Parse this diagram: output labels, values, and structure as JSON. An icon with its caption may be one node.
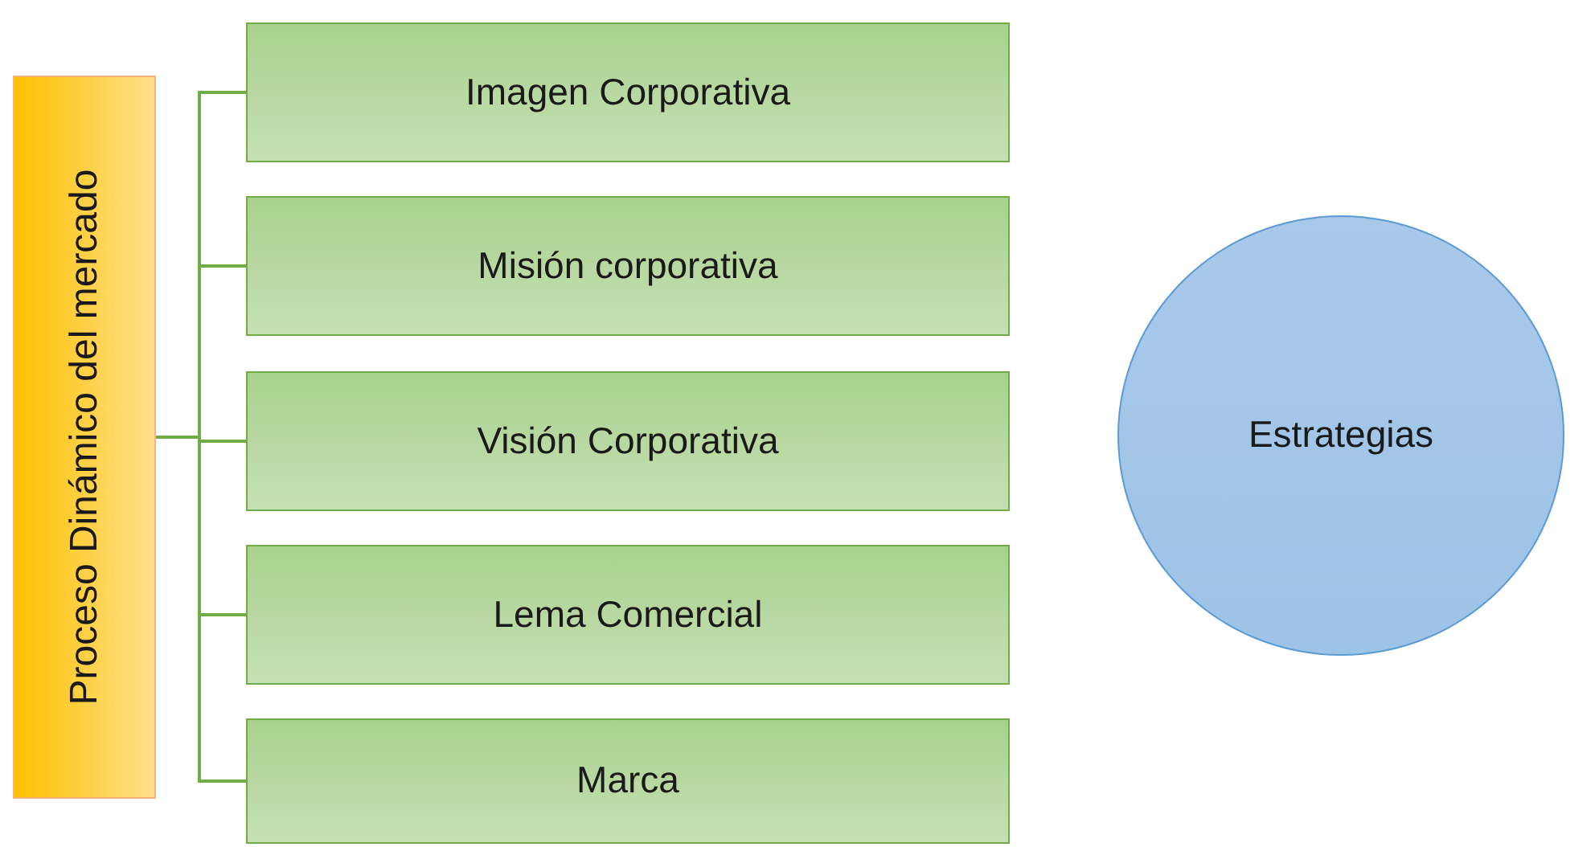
{
  "diagram": {
    "nodes": [
      {
        "text": [
          "Proceso Dinámico del mercado"
        ]
      },
      {
        "text": [
          "Imagen Corporativa"
        ]
      },
      {
        "text": [
          "Misión corporativa"
        ]
      },
      {
        "text": [
          "Visión Corporativa"
        ]
      },
      {
        "text": [
          "Lema Comercial"
        ]
      },
      {
        "text": [
          "Marca"
        ]
      },
      {
        "text": [
          "Estrategias"
        ]
      }
    ],
    "edges": [
      {
        "from": 0,
        "to": 1,
        "arrow": "none"
      },
      {
        "from": 0,
        "to": 2,
        "arrow": "none"
      },
      {
        "from": 0,
        "to": 3,
        "arrow": "none"
      },
      {
        "from": 0,
        "to": 4,
        "arrow": "none"
      },
      {
        "from": 0,
        "to": 5,
        "arrow": "none"
      }
    ]
  }
}
